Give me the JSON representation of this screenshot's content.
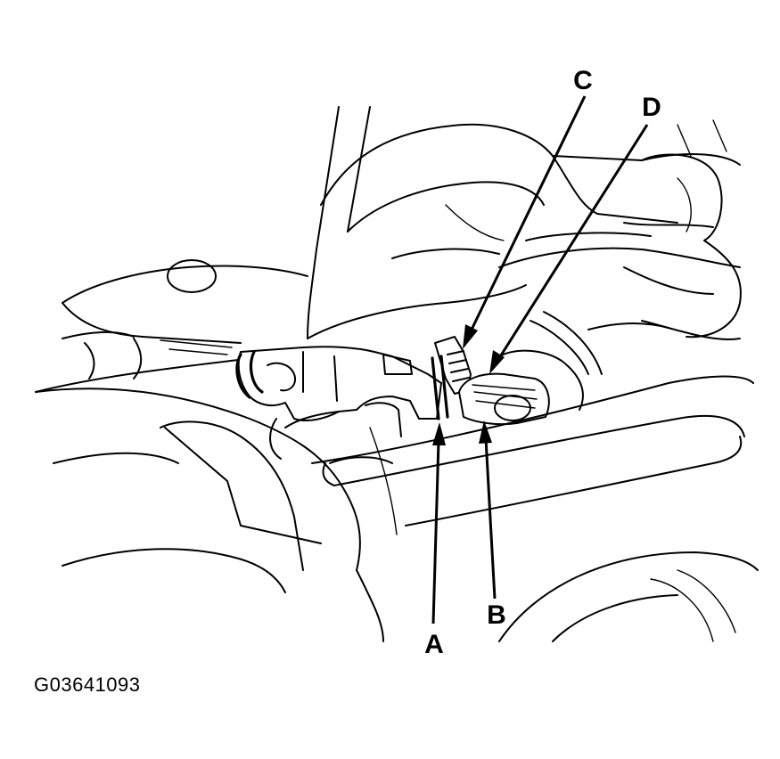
{
  "figure_id": "G03641093",
  "callouts": {
    "a": "A",
    "b": "B",
    "c": "C",
    "d": "D"
  },
  "colors": {
    "line": "#000000",
    "background": "#ffffff"
  }
}
